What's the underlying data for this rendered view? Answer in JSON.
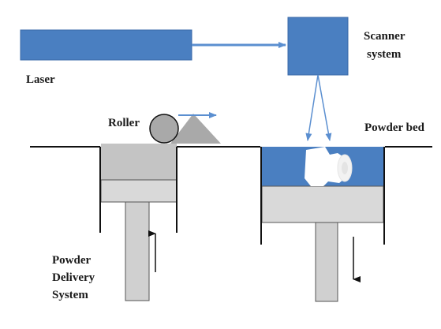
{
  "labels": {
    "laser": "Laser",
    "scanner_line1": "Scanner",
    "scanner_line2": "system",
    "roller": "Roller",
    "powder_bed": "Powder bed",
    "delivery_line1": "Powder",
    "delivery_line2": "Delivery",
    "delivery_line3": "System"
  },
  "colors": {
    "laser_blue": "#4a7fc1",
    "arrow_blue": "#5b8fd0",
    "powder_light": "#d9d9d9",
    "powder_mid": "#c4c4c4",
    "piston": "#d0d0d0",
    "roller_fill": "#a9a9a9",
    "line": "#111111"
  }
}
